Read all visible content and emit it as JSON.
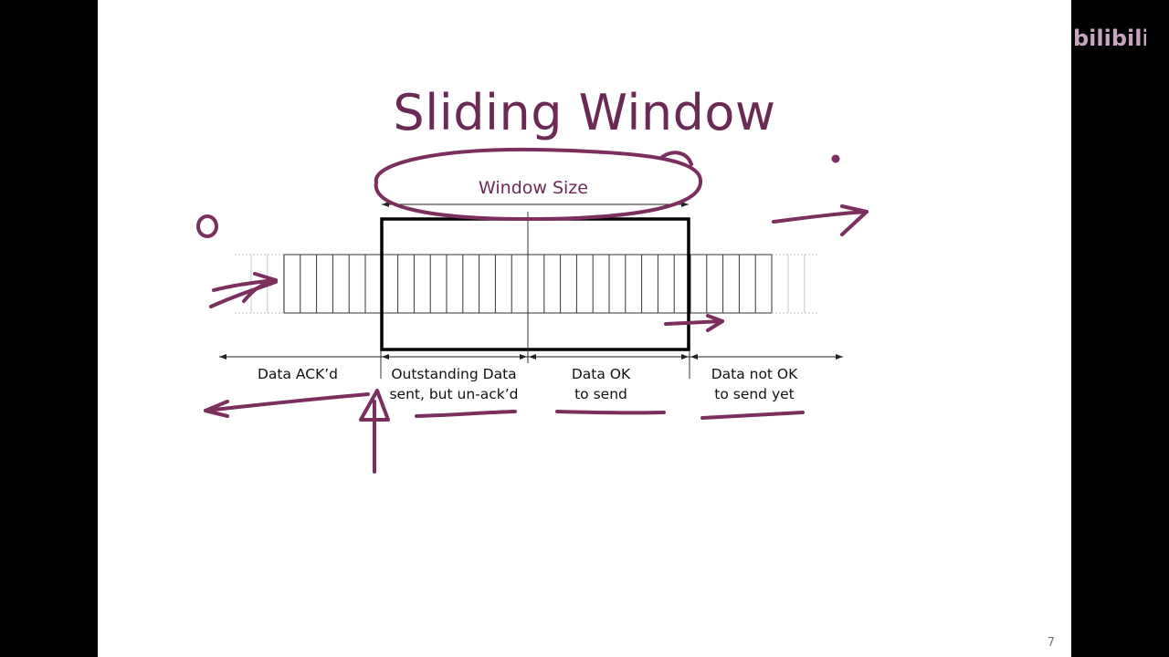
{
  "slide": {
    "title": "Sliding Window",
    "page_number": "7",
    "window_label": "Window Size",
    "regions": [
      {
        "line1": "Data ACK’d",
        "line2": ""
      },
      {
        "line1": "Outstanding Data",
        "line2": "sent, but un-ack’d"
      },
      {
        "line1": "Data OK",
        "line2": "to send"
      },
      {
        "line1": "Data not OK",
        "line2": "to send yet"
      }
    ]
  },
  "watermark": {
    "text": "bilibili"
  },
  "colors": {
    "annotation": "#7a2f5e",
    "title": "#6b2a55",
    "frame": "#000000"
  }
}
